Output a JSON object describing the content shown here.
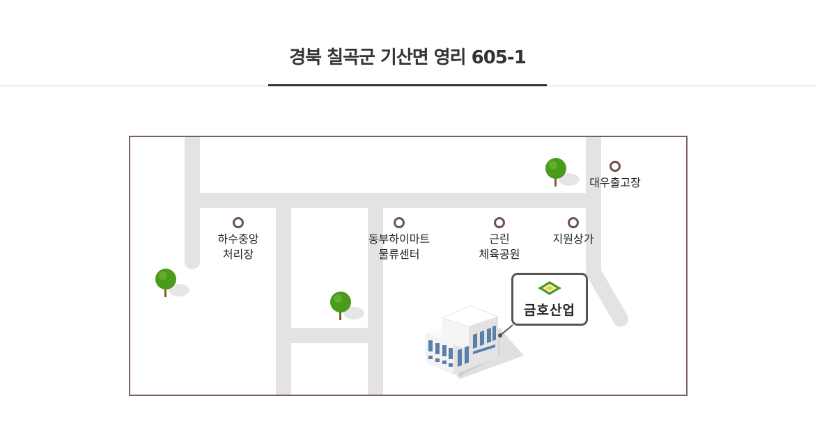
{
  "address": "경북 칠곡군 기산면 영리 605-1",
  "map": {
    "pois": [
      {
        "id": "sewage",
        "name": "하수중앙\n처리장"
      },
      {
        "id": "dongbu",
        "name": "동부하이마트\n물류센터"
      },
      {
        "id": "gym",
        "name": "근린\n체육공원"
      },
      {
        "id": "support",
        "name": "지원상가"
      },
      {
        "id": "daewoo",
        "name": "대우출고장"
      }
    ],
    "company": {
      "name": "금호산업",
      "logo_icon": "company-logo-icon",
      "building_icon": "building-icon"
    },
    "tree_icon": "tree-icon"
  },
  "colors": {
    "road": "#e3e3e3",
    "frame": "#7a605a",
    "poi_ring": "#6e5248",
    "tree": "#4a9a1c",
    "trunk": "#8b5a2b",
    "building_window": "#5a7fa8",
    "logo_green": "#4c9a2a",
    "logo_yellow": "#f2d024"
  }
}
